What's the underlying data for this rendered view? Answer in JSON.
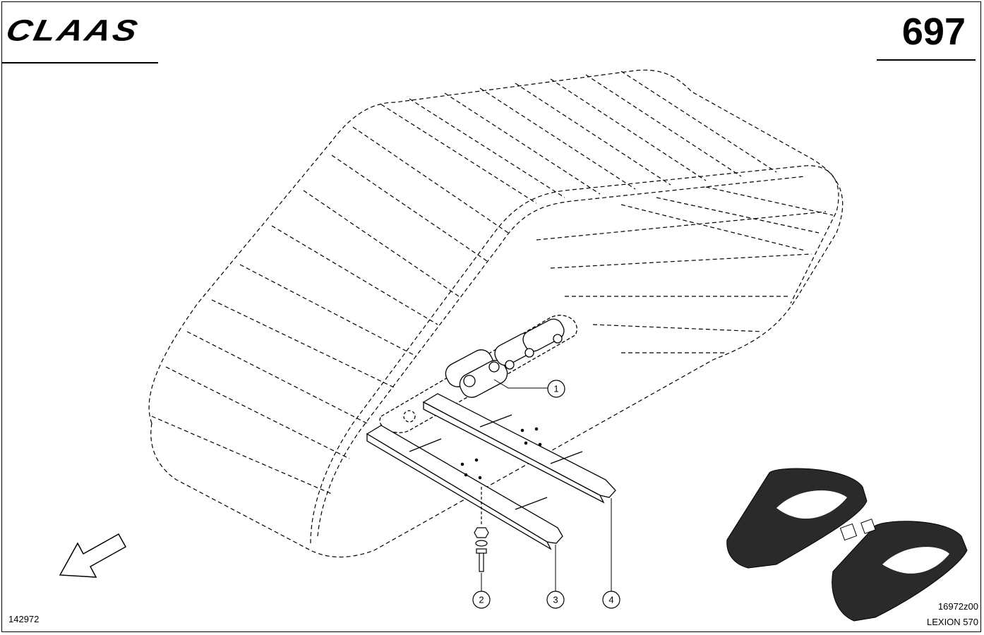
{
  "brand": "CLAAS",
  "page_number": "697",
  "drawing_id": "142972",
  "reference_code": "16972z00",
  "model": "LEXION 570",
  "callouts": [
    {
      "label": "1",
      "part": "chain-link"
    },
    {
      "label": "2",
      "part": "bolt-nut-washer"
    },
    {
      "label": "3",
      "part": "cleat-front"
    },
    {
      "label": "4",
      "part": "cleat-rear"
    }
  ],
  "icons": {
    "direction_arrow": "direction-arrow-icon",
    "thumbnail": "track-thumbnail"
  }
}
